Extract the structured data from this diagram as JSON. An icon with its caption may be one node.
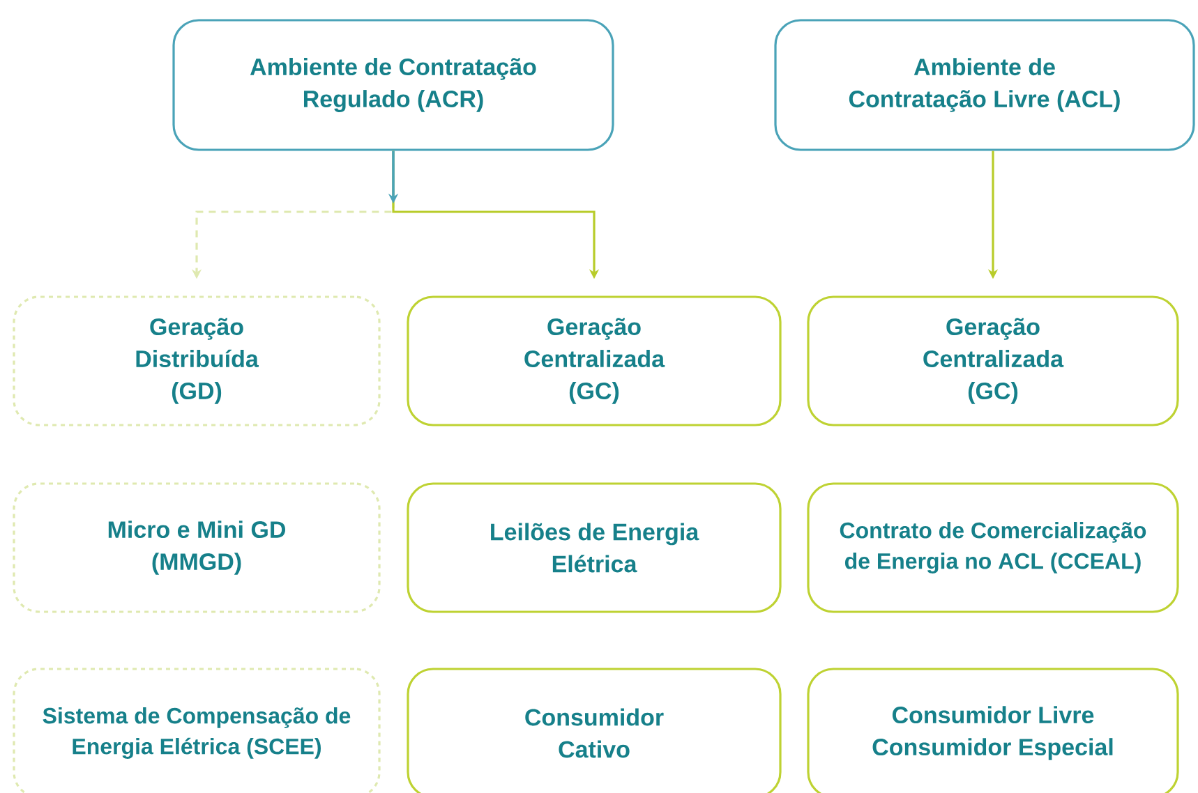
{
  "diagram": {
    "nodes": [
      {
        "text": [
          "Ambiente de Contratação Regulado (ACR)"
        ]
      },
      {
        "text": [
          "Ambiente de Contratação Livre (ACL)"
        ]
      },
      {
        "text": [
          "Geração Distribuída (GD)"
        ]
      },
      {
        "text": [
          "Geração Centralizada (GC)"
        ]
      },
      {
        "text": [
          "Geração Centralizada (GC)"
        ]
      },
      {
        "text": [
          "Micro e Mini GD (MMGD)"
        ]
      },
      {
        "text": [
          "Leilões de Energia Elétrica"
        ]
      },
      {
        "text": [
          "Contrato de Comercialização de Energia no ACL (CCEAL)"
        ]
      },
      {
        "text": [
          "Sistema de Compensação de Energia Elétrica (SCEE)"
        ]
      },
      {
        "text": [
          "Consumidor Cativo"
        ]
      },
      {
        "text": [
          "Consumidor Livre Consumidor Especial"
        ]
      }
    ],
    "edges": [
      {
        "from": 0,
        "to": 2,
        "arrow": "to",
        "style": "dashed",
        "color": "#dfe9b0"
      },
      {
        "from": 0,
        "to": 3,
        "arrow": "to"
      },
      {
        "from": 1,
        "to": 4,
        "arrow": "to"
      }
    ]
  }
}
